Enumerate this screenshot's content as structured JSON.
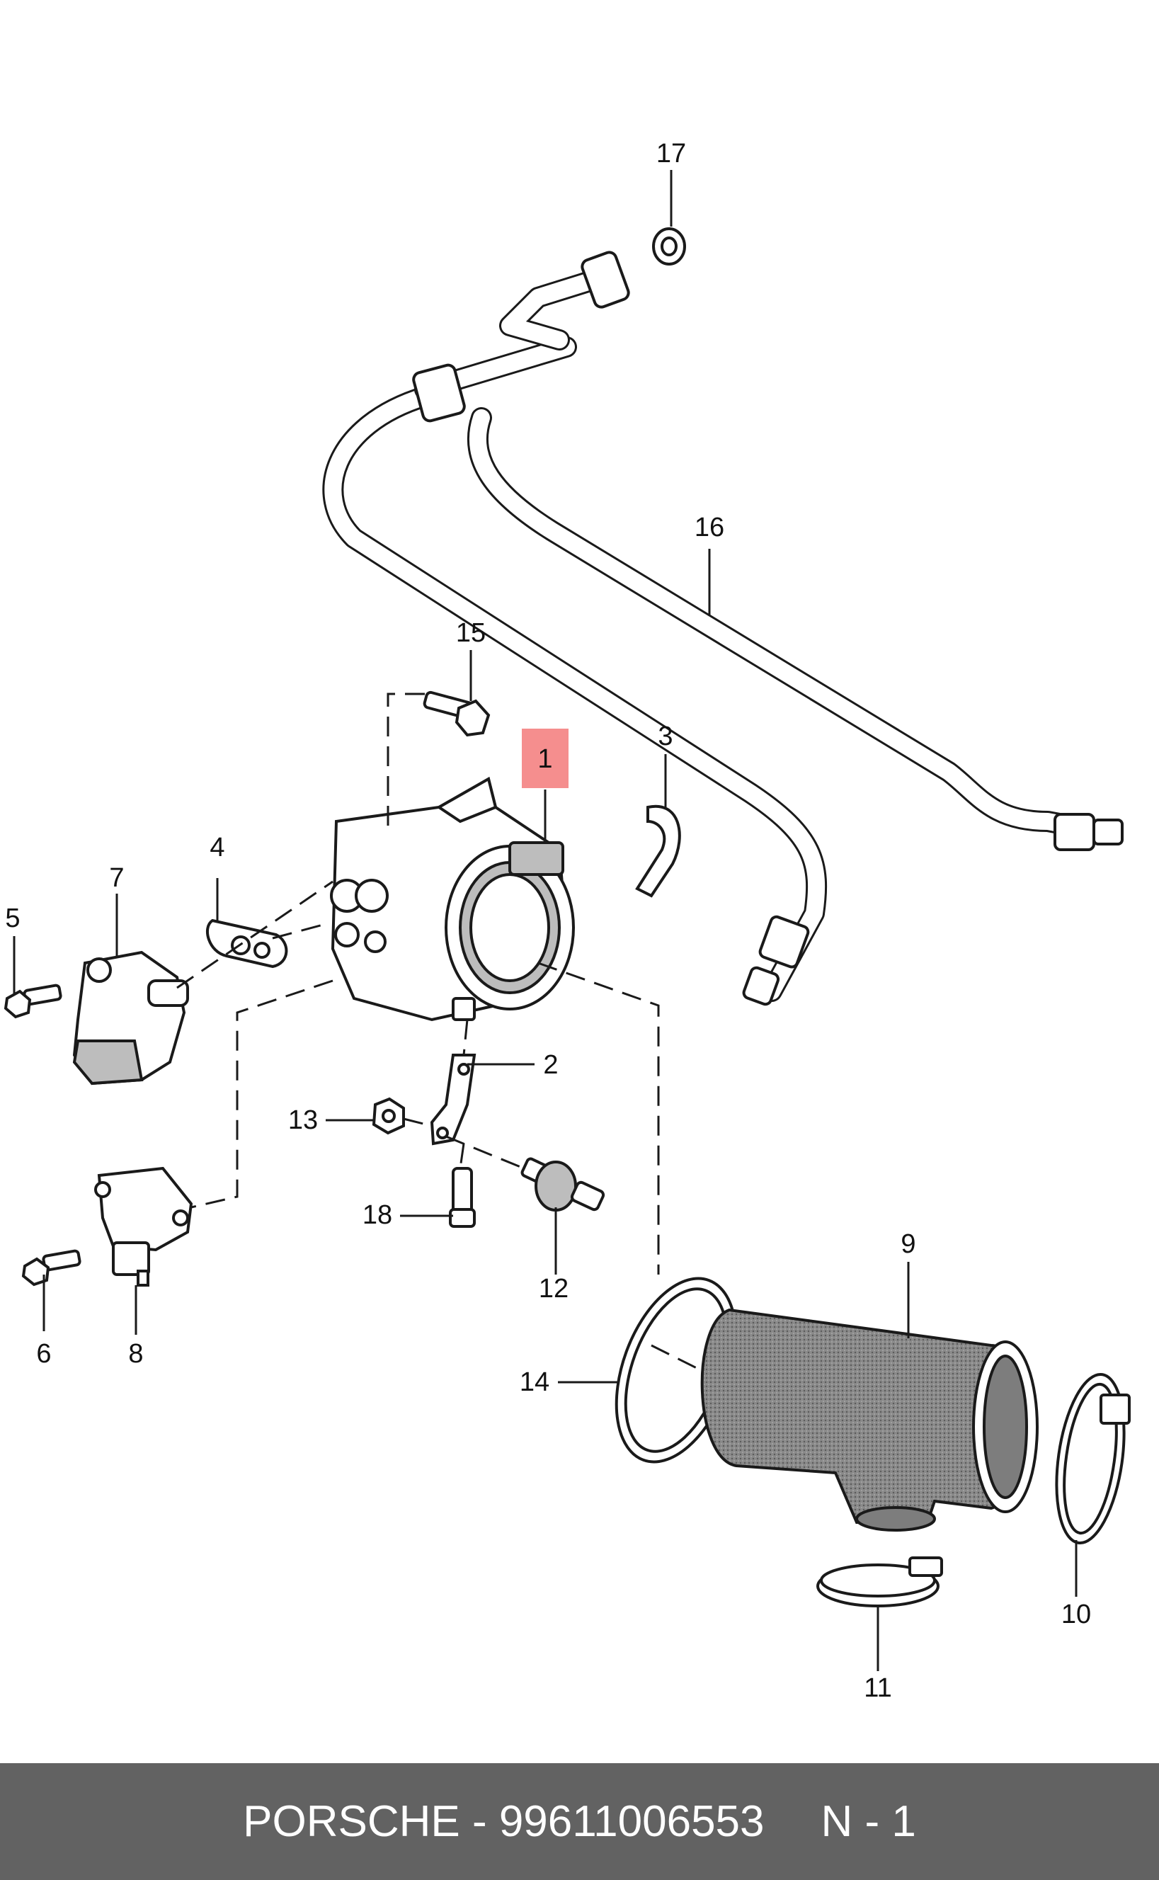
{
  "footer": {
    "brand_part": "PORSCHE - 99611006553",
    "page": "N - 1"
  },
  "callouts": {
    "p1": "1",
    "p2": "2",
    "p3": "3",
    "p4": "4",
    "p5": "5",
    "p6": "6",
    "p7": "7",
    "p8": "8",
    "p9": "9",
    "p10": "10",
    "p11": "11",
    "p12": "12",
    "p13": "13",
    "p14": "14",
    "p15": "15",
    "p16": "16",
    "p17": "17",
    "p18": "18"
  },
  "colors": {
    "highlight": "#f58e8e",
    "footer_bg": "#626262",
    "footer_text": "#ffffff"
  }
}
